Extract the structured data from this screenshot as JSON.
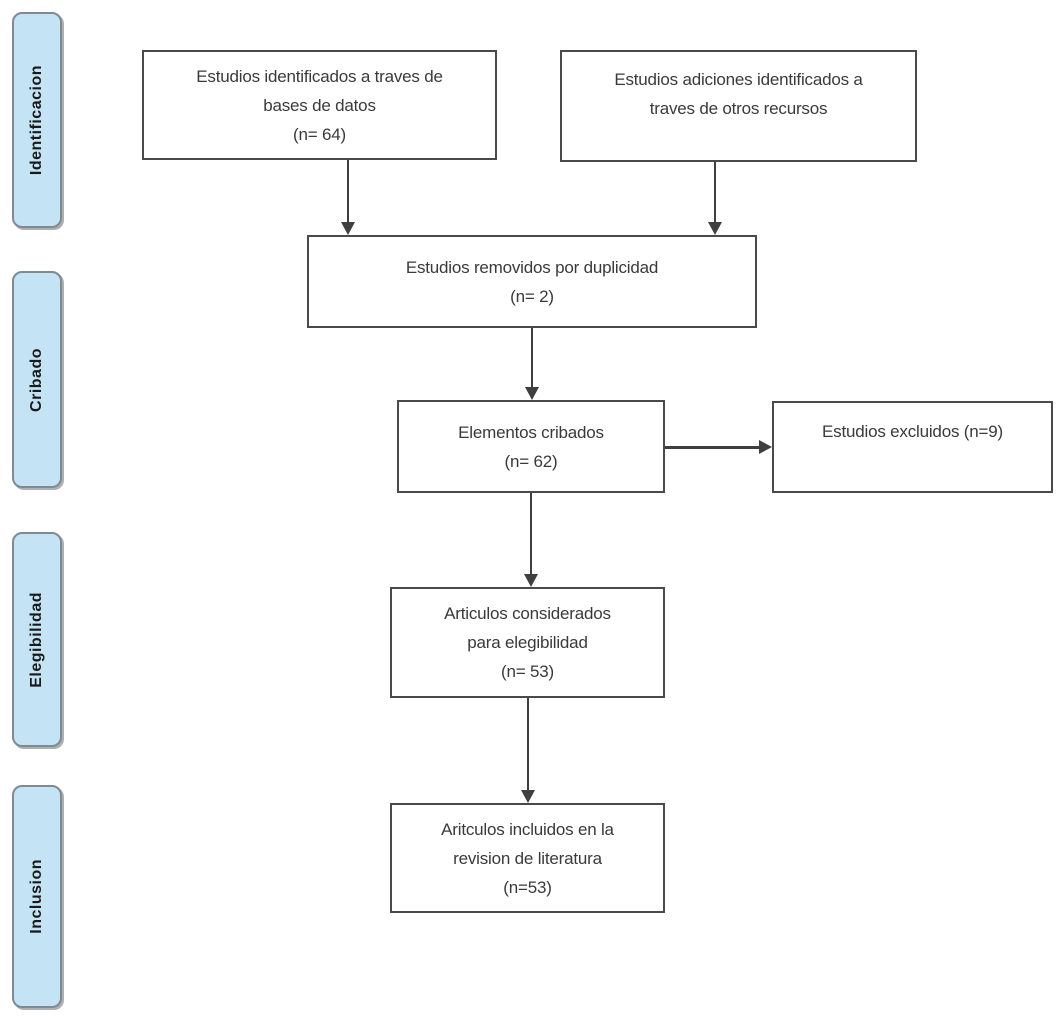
{
  "colors": {
    "sidebar_fill": "#c4e4f6",
    "sidebar_border": "#7f8b93",
    "stage_text": "#1a1a1a",
    "box_border": "#4a4a4a",
    "box_text": "#3a3a3a",
    "arrow": "#3f3f3f",
    "background": "#ffffff"
  },
  "sidebar": {
    "stages": [
      {
        "label": "Identificacion"
      },
      {
        "label": "Cribado"
      },
      {
        "label": "Elegibilidad"
      },
      {
        "label": "Inclusion"
      }
    ]
  },
  "flow": {
    "boxes": {
      "identified_databases": {
        "lines": [
          "Estudios identificados a traves de",
          "bases de datos",
          "(n= 64)"
        ]
      },
      "identified_other": {
        "lines": [
          "Estudios adiciones identificados a",
          "traves de otros recursos"
        ]
      },
      "removed_duplicates": {
        "lines": [
          "Estudios removidos por duplicidad",
          "(n= 2)"
        ]
      },
      "screened": {
        "lines": [
          "Elementos cribados",
          "(n= 62)"
        ]
      },
      "excluded": {
        "lines": [
          "Estudios excluidos (n=9)"
        ]
      },
      "eligibility": {
        "lines": [
          "Articulos considerados",
          "para elegibilidad",
          "(n= 53)"
        ]
      },
      "included": {
        "lines": [
          "Aritculos incluidos en la",
          "revision de literatura",
          "(n=53)"
        ]
      }
    }
  }
}
